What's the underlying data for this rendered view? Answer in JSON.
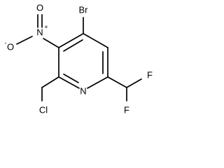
{
  "molecule": {
    "atoms": {
      "br": "Br",
      "n_ring": "N",
      "nitro_n": "N",
      "nitro_plus": "+",
      "nitro_o_double": "O",
      "nitro_o_single": "O",
      "nitro_o_minus": "-",
      "cl": "Cl",
      "f_top": "F",
      "f_bottom": "F"
    }
  },
  "colors": {
    "bond": "#000000",
    "label": "#000000",
    "background": "#ffffff"
  }
}
